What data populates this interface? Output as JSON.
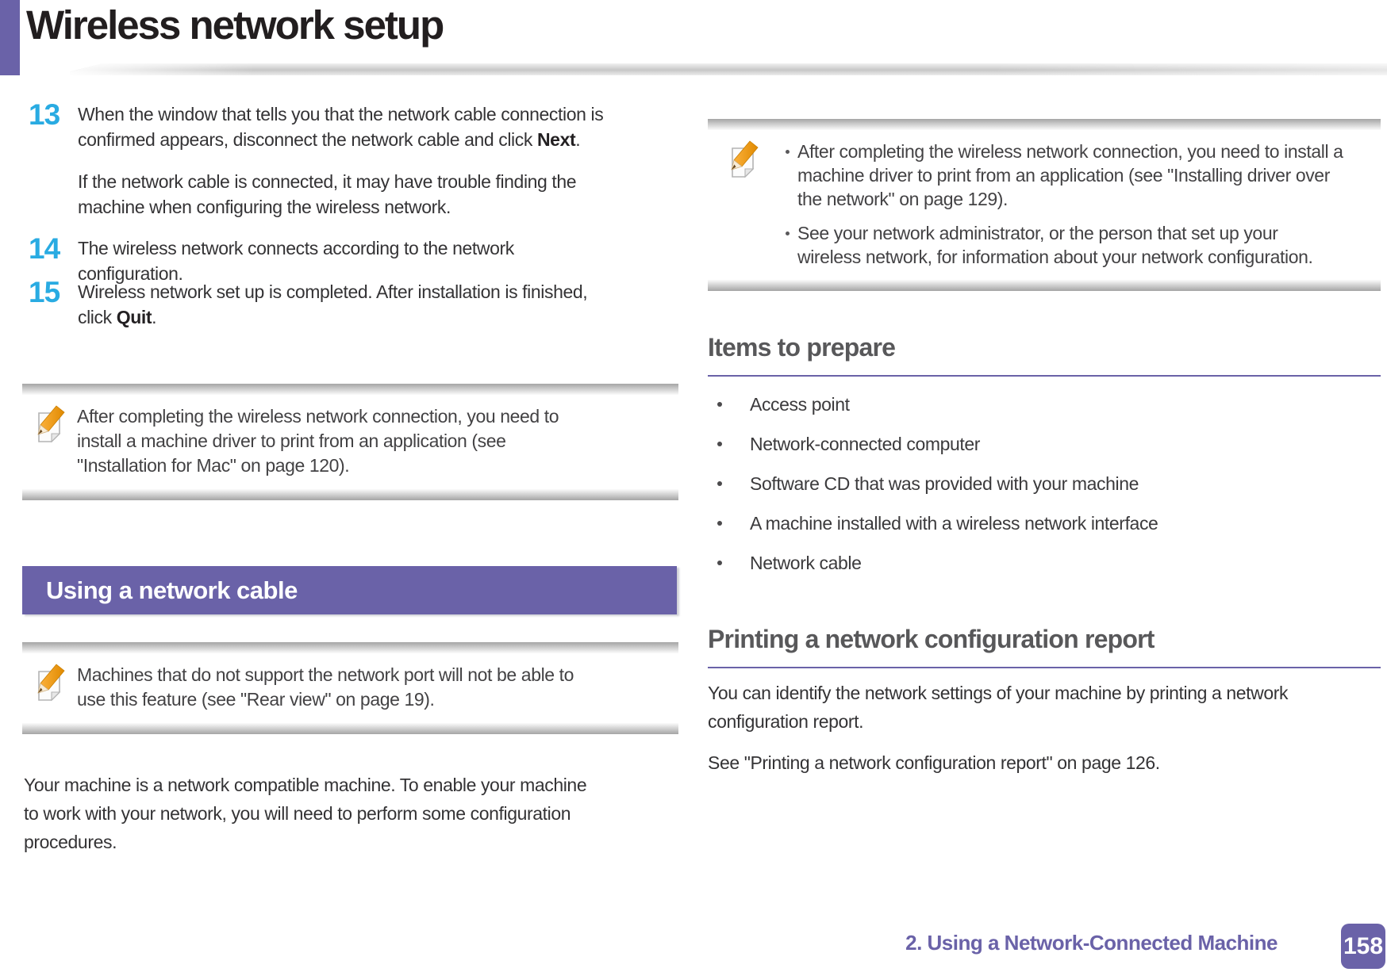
{
  "page": {
    "title": "Wireless network setup",
    "colors": {
      "accent_purple": "#6a62a8",
      "step_number_cyan": "#29abe2",
      "heading_gray": "#58585a"
    },
    "footer": {
      "chapter": "2.  Using a Network-Connected Machine",
      "page_number": "158"
    }
  },
  "left_column": {
    "steps": [
      {
        "number": "13",
        "before": "When the window that tells you that the network cable connection is confirmed appears, disconnect the network cable and click ",
        "bold": "Next",
        "after": ".",
        "para": "If the network cable is connected, it may have trouble finding the machine when configuring the wireless network."
      },
      {
        "number": "14",
        "before": "The wireless network connects according to the network configuration.",
        "bold": "",
        "after": "",
        "para": ""
      },
      {
        "number": "15",
        "before": "Wireless network set up is completed. After installation is finished, click ",
        "bold": "Quit",
        "after": ".",
        "para": ""
      }
    ],
    "note1": {
      "icon": "note-pencil-icon",
      "text": "After completing the wireless network connection, you need to install a machine driver to print from an application (see \"Installation for Mac\" on page 120)."
    },
    "section_banner": "Using a network cable",
    "note2": {
      "icon": "note-pencil-icon",
      "text": "Machines that do not support the network port will not be able to use this feature (see \"Rear view\" on page 19)."
    },
    "paragraph": "Your machine is a network compatible machine. To enable your machine to work with your network, you will need to perform some configuration procedures."
  },
  "right_column": {
    "note": {
      "icon": "note-pencil-icon",
      "bullets": [
        "After completing the wireless network connection, you need to install a machine driver to print from an application (see \"Installing driver over the network\" on page 129).",
        "See your network administrator, or the person that set up your wireless network, for information about your network configuration."
      ]
    },
    "items_to_prepare": {
      "heading": "Items to prepare",
      "bullets": [
        "Access point",
        "Network-connected computer",
        "Software CD that was provided with your machine",
        "A machine installed with a wireless network interface",
        "Network cable"
      ]
    },
    "printing_report": {
      "heading": "Printing a network configuration report",
      "paragraphs": [
        "You can identify the network settings of your machine by printing a network configuration report.",
        "See \"Printing a network configuration report\" on page 126."
      ]
    }
  }
}
